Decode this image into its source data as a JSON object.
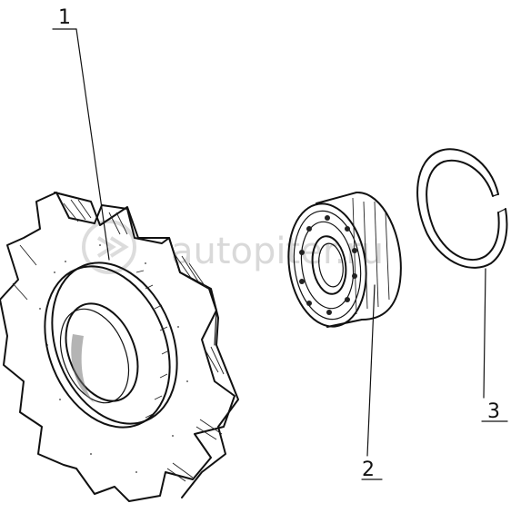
{
  "watermark": {
    "text": "autopiter.ru"
  },
  "callouts": [
    {
      "id": "1",
      "label": "1"
    },
    {
      "id": "2",
      "label": "2"
    },
    {
      "id": "3",
      "label": "3"
    }
  ]
}
